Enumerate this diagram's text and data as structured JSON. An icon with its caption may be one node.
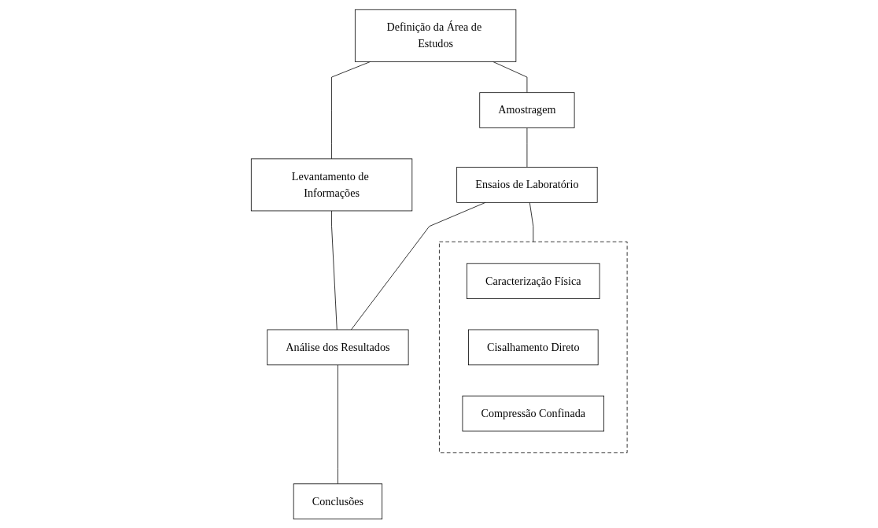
{
  "diagram": {
    "nodes": [
      {
        "text": [
          "Definição da Área de Estudos"
        ]
      },
      {
        "text": [
          "Levantamento de Informações"
        ]
      },
      {
        "text": [
          "Amostragem"
        ]
      },
      {
        "text": [
          "Ensaios de Laboratório"
        ]
      },
      {
        "text": [],
        "shape": "box"
      },
      {
        "text": [
          "Caracterização Física"
        ],
        "in": 4
      },
      {
        "text": [
          "Cisalhamento Direto"
        ],
        "in": 4
      },
      {
        "text": [
          "Compressão Confinada"
        ],
        "in": 4
      },
      {
        "text": [
          "Análise dos Resultados"
        ]
      },
      {
        "text": [
          "Conclusões"
        ]
      }
    ],
    "edges": [
      {
        "from": 0,
        "to": 1,
        "arrow": "none"
      },
      {
        "from": 0,
        "to": 2,
        "arrow": "none"
      },
      {
        "from": 2,
        "to": 3,
        "arrow": "none"
      },
      {
        "from": 1,
        "to": 8,
        "arrow": "none"
      },
      {
        "from": 3,
        "to": 8,
        "arrow": "none"
      },
      {
        "from": 3,
        "to": 4,
        "arrow": "none"
      },
      {
        "from": 8,
        "to": 9,
        "arrow": "none"
      }
    ]
  }
}
